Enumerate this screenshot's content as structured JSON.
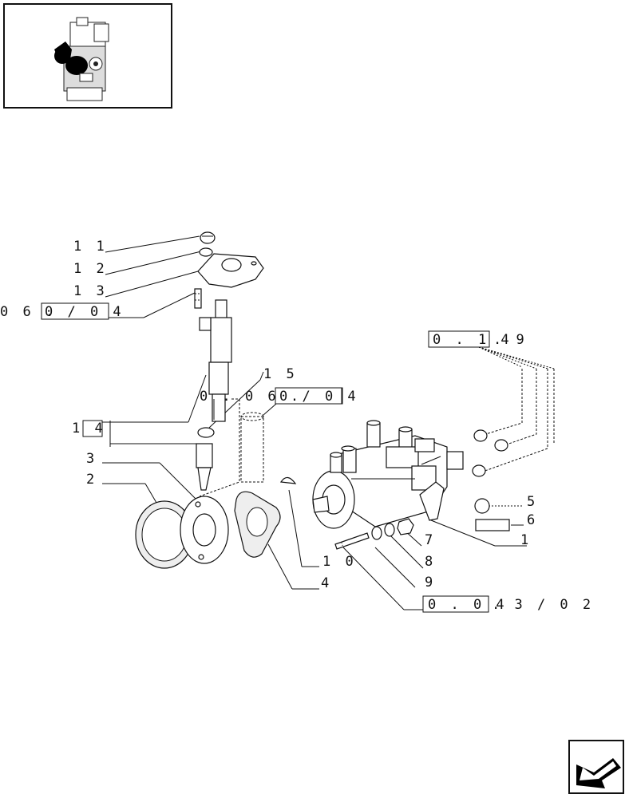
{
  "callouts": {
    "c11": "1 1",
    "c12": "1 2",
    "c13": "1 3",
    "ref_injector_prefix": "0 6 .",
    "ref_injector_box": "0 / 0 4",
    "ref_pipes_box": "0 . 1 4",
    "ref_pipes_suffix": ". 9",
    "c15": "1 5",
    "ref_seal_prefix": "0 . 0 6 .",
    "ref_seal_box": "0 / 0 4",
    "c14": "1 4",
    "c3": "3",
    "c2": "2",
    "c5": "5",
    "c6": "6",
    "c1": "1",
    "c7": "7",
    "c8": "8",
    "c9": "9",
    "c10": "1 0",
    "c4": "4",
    "ref_pump_box": "0 . 0 4",
    "ref_pump_suffix": ". 3 / 0 2"
  },
  "icons": {
    "thumbnail": "engine-thumbnail-icon",
    "nav": "next-page-arrow-icon"
  }
}
